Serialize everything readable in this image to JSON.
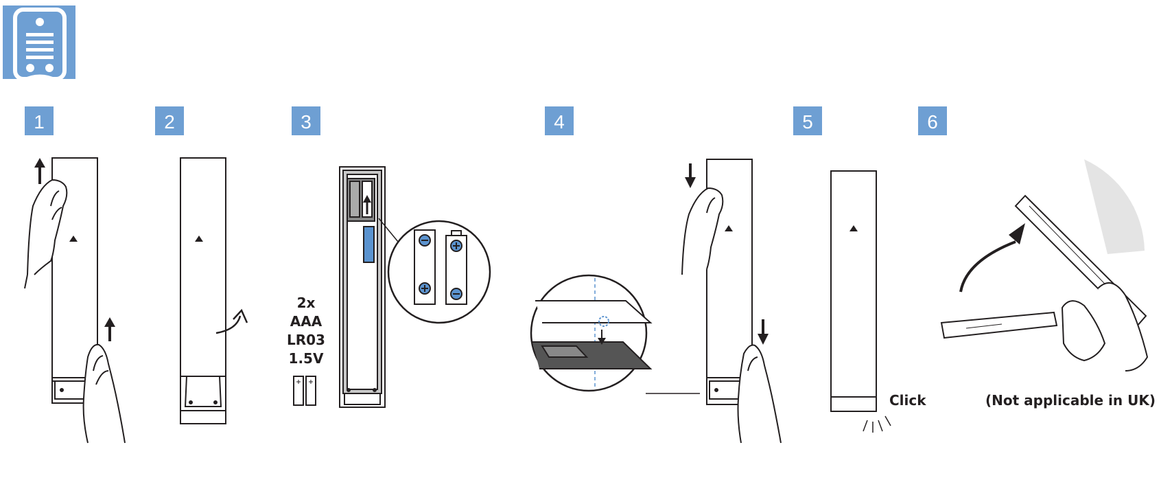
{
  "header": {
    "icon": "remote-control-icon",
    "accent_color": "#6e9fd3"
  },
  "steps": [
    {
      "number": "1"
    },
    {
      "number": "2"
    },
    {
      "number": "3",
      "battery_spec": [
        "2x",
        "AAA",
        "LR03",
        "1.5V"
      ]
    },
    {
      "number": "4"
    },
    {
      "number": "5",
      "caption": "Click"
    },
    {
      "number": "6",
      "caption": "(Not applicable in UK)"
    }
  ],
  "colors": {
    "badge": "#6e9fd3",
    "battery": "#5b93cf",
    "stroke": "#231f20",
    "compartment": "#c8c8c8"
  }
}
